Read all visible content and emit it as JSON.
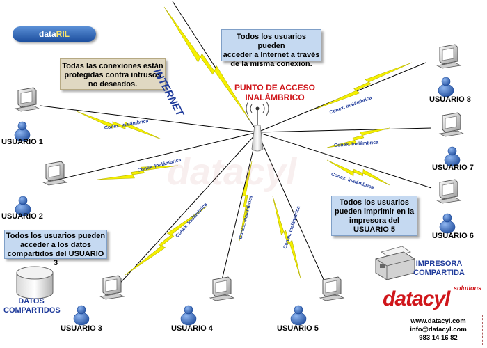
{
  "brand": {
    "logo_text_prefix": "data",
    "logo_text_suffix": "RIL",
    "company_name": "datacyl",
    "company_tag": "solutions",
    "contact": [
      "www.datacyl.com",
      "info@datacyl.com",
      "983 14 16 82"
    ]
  },
  "hub": {
    "label_line1": "PUNTO DE ACCESO",
    "label_line2": "INALÁMBRICO"
  },
  "internet_label": "INTERNET",
  "users": [
    "USUARIO 1",
    "USUARIO 2",
    "USUARIO 3",
    "USUARIO 4",
    "USUARIO 5",
    "USUARIO 6",
    "USUARIO 7",
    "USUARIO 8"
  ],
  "link_label": "Conex. Inalámbrica",
  "devices": {
    "storage": [
      "DATOS",
      "COMPARTIDOS"
    ],
    "printer": [
      "IMPRESORA",
      "COMPARTIDA"
    ]
  },
  "notes": {
    "protection": [
      "Todas las conexiones están",
      "protegidas contra intrusos",
      "no deseados."
    ],
    "internet": [
      "Todos los usuarios pueden",
      "acceder a Internet a través",
      "de la misma conexión."
    ],
    "shared_data": [
      "Todos los usuarios pueden",
      "acceder a los datos",
      "compartidos del USUARIO 3"
    ],
    "printing": [
      "Todos los usuarios",
      "pueden imprimir en la",
      "impresora del",
      "USUARIO 5"
    ]
  },
  "colors": {
    "link_line": "#000000",
    "lightning": "#f5f000",
    "label_blue": "#1f3b9b",
    "hub_label": "#d0161b",
    "note_blue": "#c5d9f1",
    "note_tan": "#e0d8c2",
    "user_icon": "#2f64b4"
  }
}
